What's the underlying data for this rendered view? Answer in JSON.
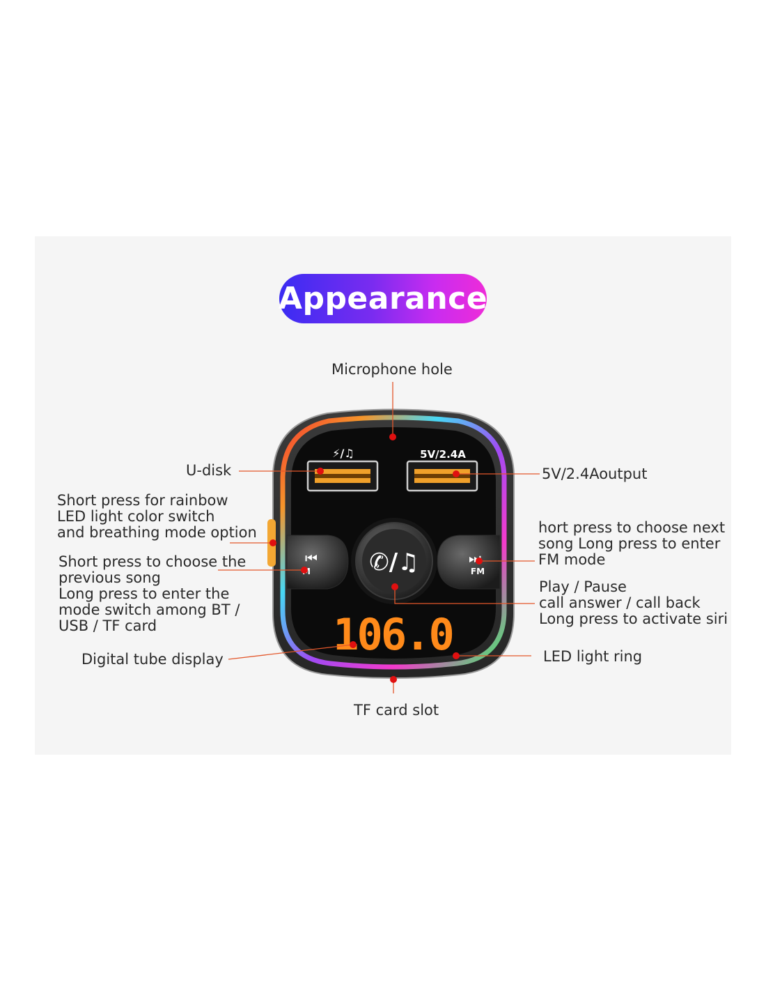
{
  "title": "Appearance",
  "device": {
    "usb_left_symbol": "⚡/♫",
    "usb_right_label": "5V/2.4A",
    "display_value": "106.0",
    "fm_button_label": "FM",
    "m_button_label": "M",
    "center_button_symbol": "✆/♫",
    "prev_symbol": "⏮",
    "next_symbol": "⏭"
  },
  "labels": {
    "microphone": "Microphone hole",
    "udisk": "U-disk",
    "output": "5V/2.4Aoutput",
    "rainbow": [
      "Short press for rainbow",
      "LED light color switch",
      "and breathing mode option"
    ],
    "previous": [
      "Short press to choose the",
      "previous song",
      "Long press to enter the",
      "mode switch among BT /",
      "USB / TF card"
    ],
    "next": [
      "hort press to choose next",
      "song  Long press to enter",
      "FM mode"
    ],
    "play": [
      "Play / Pause",
      "call answer / call back",
      "Long press to activate siri"
    ],
    "display": "Digital tube display",
    "ring": "LED light ring",
    "tf": "TF card slot"
  },
  "colors": {
    "accent_line": "#e3572b",
    "pointer_dot": "#e01010",
    "title_gradient": [
      "#3a2cf2",
      "#ee2cd8"
    ],
    "display_digits": "#ff8a1a"
  },
  "icons": [
    "previous-track-icon",
    "next-track-icon",
    "phone-music-icon",
    "lightning-music-icon"
  ]
}
